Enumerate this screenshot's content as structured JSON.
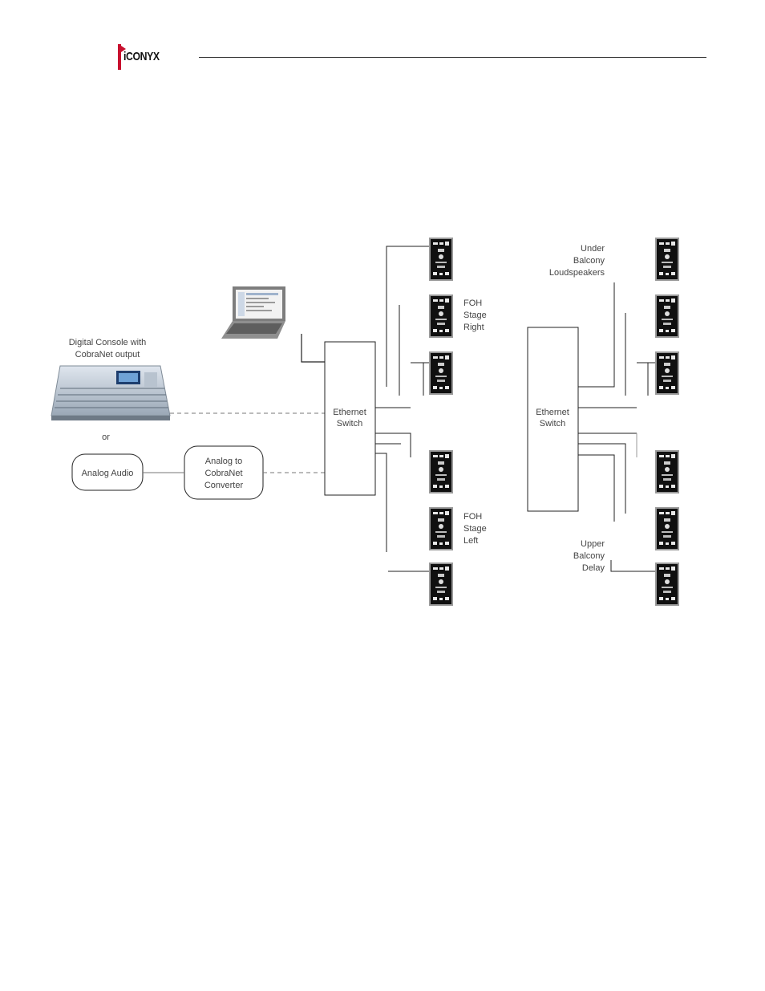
{
  "header": {
    "logo_text": "iCONYX"
  },
  "diagram": {
    "console_label": [
      "Digital Console with",
      "CobraNet output"
    ],
    "or_label": "or",
    "analog_audio_label": "Analog Audio",
    "converter_label": [
      "Analog to",
      "CobraNet",
      "Converter"
    ],
    "switch_left_label": [
      "Ethernet",
      "Switch"
    ],
    "switch_right_label": [
      "Ethernet",
      "Switch"
    ],
    "foh_right_label": [
      "FOH",
      "Stage",
      "Right"
    ],
    "foh_left_label": [
      "FOH",
      "Stage",
      "Left"
    ],
    "under_balcony_label": [
      "Under",
      "Balcony",
      "Loudspeakers"
    ],
    "upper_balcony_label": [
      "Upper",
      "Balcony",
      "Delay"
    ]
  }
}
